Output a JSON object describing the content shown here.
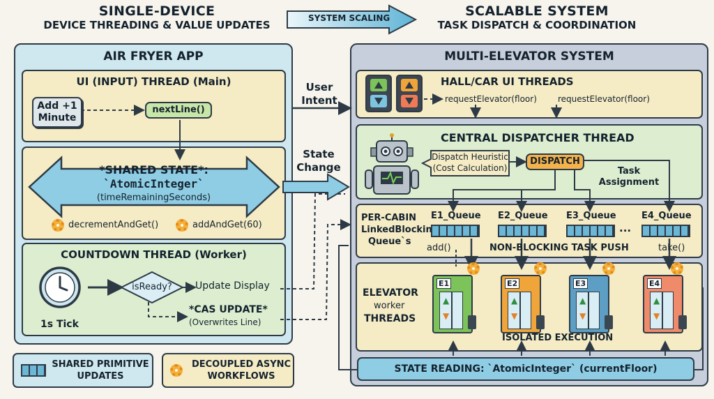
{
  "left_header": {
    "line1": "SINGLE-DEVICE",
    "line2": "DEVICE THREADING & VALUE UPDATES"
  },
  "scaling_label": "SYSTEM SCALING",
  "right_header": {
    "line1": "SCALABLE SYSTEM",
    "line2": "TASK DISPATCH & COORDINATION"
  },
  "air_fryer": {
    "title": "AIR FRYER APP",
    "ui_thread": {
      "title": "UI (INPUT) THREAD (Main)",
      "button_label": "Add +1 Minute",
      "method": "nextLine()"
    },
    "shared_state": {
      "line1": "*SHARED STATE*:",
      "line2": "`AtomicInteger`",
      "line3": "(timeRemainingSeconds)",
      "method_left": "decrementAndGet()",
      "method_right": "addAndGet(60)"
    },
    "countdown": {
      "title": "COUNTDOWN THREAD (Worker)",
      "tick": "1s Tick",
      "decision": "isReady?",
      "update": "Update Display",
      "cas_line1": "*CAS UPDATE*",
      "cas_line2": "(Overwrites Line)"
    }
  },
  "arrows": {
    "user_intent": "User Intent",
    "state_change": "State Change"
  },
  "elevator": {
    "title": "MULTI-ELEVATOR SYSTEM",
    "hall_ui": {
      "title": "HALL/CAR UI THREADS",
      "request1": "requestElevator(floor)",
      "request2": "requestElevator(floor)"
    },
    "dispatcher": {
      "title": "CENTRAL DISPATCHER THREAD",
      "heuristic_line1": "Dispatch Heuristic",
      "heuristic_line2": "(Cost Calculation)",
      "dispatch": "DISPATCH",
      "task_assignment": "Task Assignment"
    },
    "queues": {
      "section_line1": "PER-CABIN",
      "section_line2": "LinkedBlocking",
      "section_line3": "Queue`s",
      "labels": [
        "E1_Queue",
        "E2_Queue",
        "E3_Queue",
        "E4_Queue"
      ],
      "ellipsis": "...",
      "add": "add()",
      "push": "NON-BLOCKING TASK PUSH",
      "take": "take()"
    },
    "workers": {
      "line1": "ELEVATOR",
      "line2": "worker",
      "line3": "THREADS",
      "cars": [
        "E1",
        "E2",
        "E3",
        "E4"
      ],
      "car_colors": [
        "#7cc35a",
        "#f0a53a",
        "#5d9fc4",
        "#ef8a6a"
      ],
      "isolated": "ISOLATED EXECUTION"
    },
    "state_reading": "STATE READING: `AtomicInteger` (currentFloor)"
  },
  "legend": {
    "shared": "SHARED PRIMITIVE UPDATES",
    "decoupled": "DECOUPLED ASYNC WORKFLOWS"
  }
}
